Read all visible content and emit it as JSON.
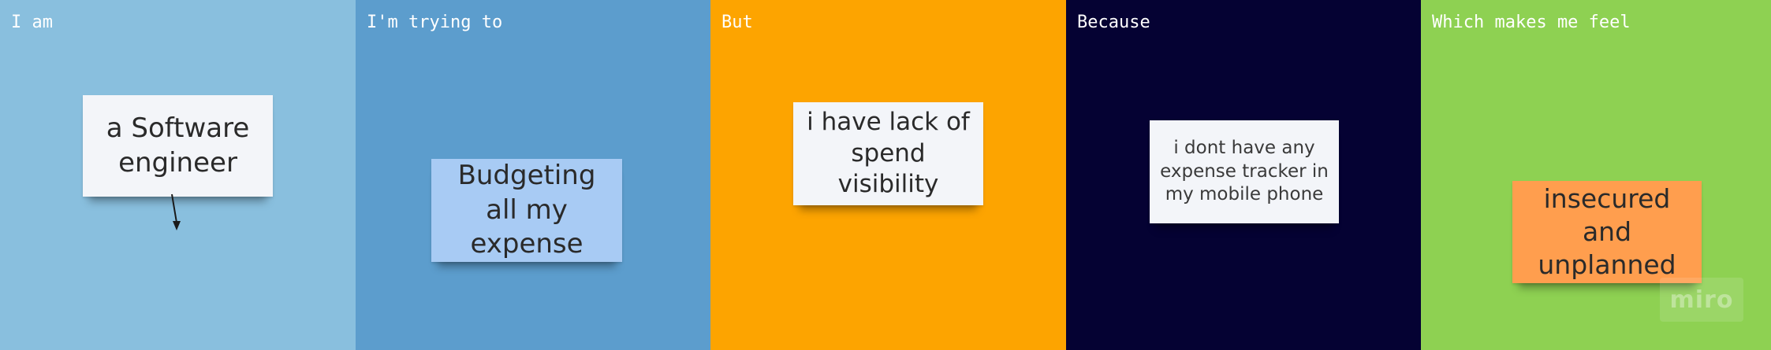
{
  "board": {
    "columns": [
      {
        "title": "I am",
        "color": "#89bfde",
        "note": {
          "text": "a Software engineer",
          "color": "#f3f5f9"
        }
      },
      {
        "title": "I'm trying to",
        "color": "#5c9dcd",
        "note": {
          "text": "Budgeting all my expense",
          "color": "#a8cbf4"
        }
      },
      {
        "title": "But",
        "color": "#fda400",
        "note": {
          "text": "i have lack of spend visibility",
          "color": "#f3f5f9"
        }
      },
      {
        "title": "Because",
        "color": "#050233",
        "note": {
          "text": "i dont have any expense tracker in my mobile phone",
          "color": "#f3f5f9"
        }
      },
      {
        "title": "Which makes me feel",
        "color": "#8ed152",
        "note": {
          "text": "insecured and unplanned",
          "color": "#ff9e4e"
        }
      }
    ]
  },
  "watermark": {
    "text": "miro"
  },
  "icons": {
    "cursor": "mouse-cursor-icon"
  }
}
